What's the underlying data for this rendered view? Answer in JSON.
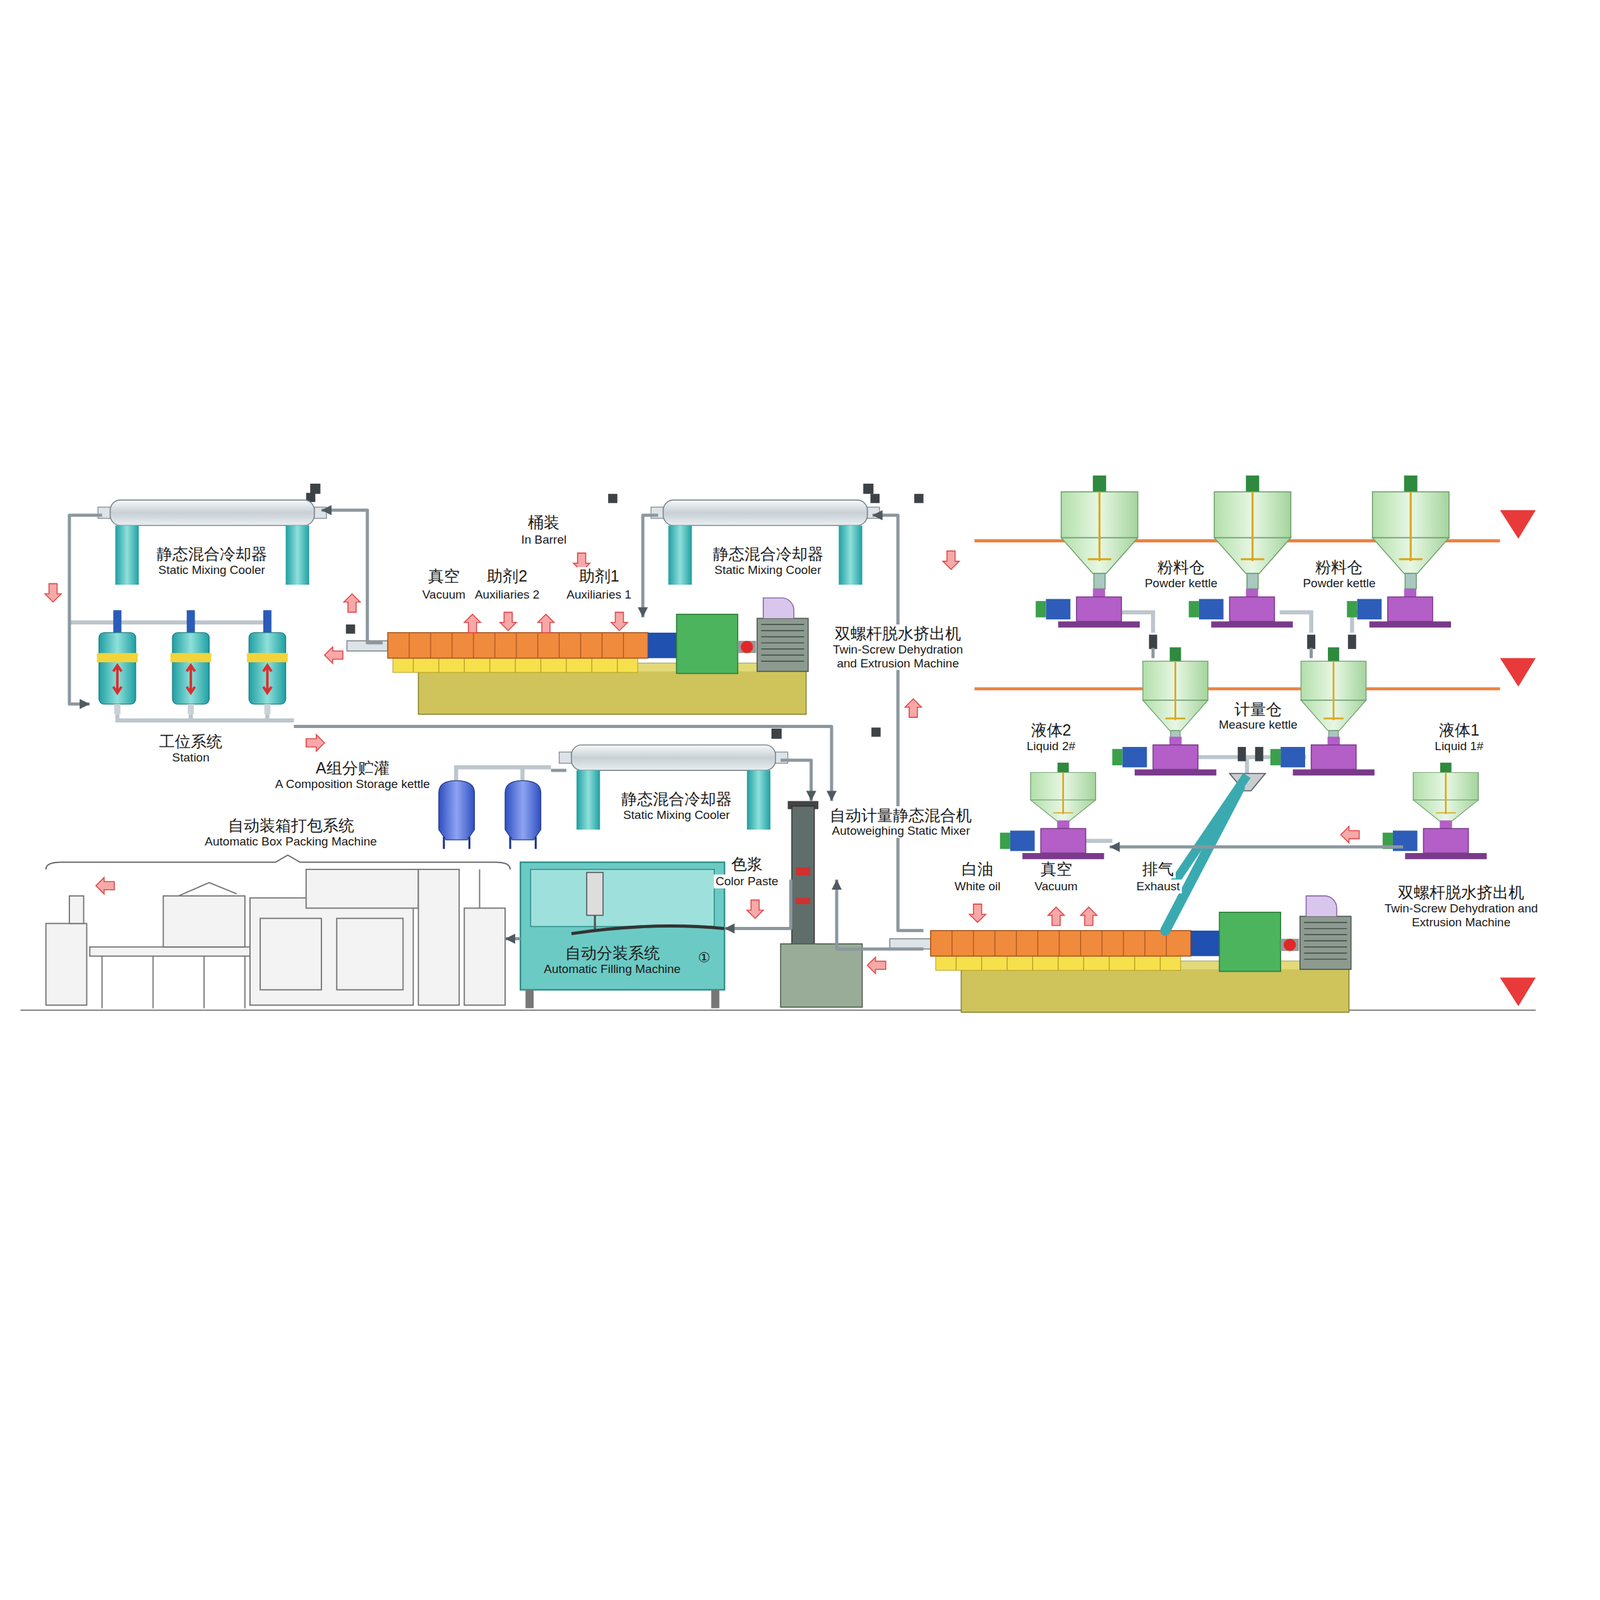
{
  "diagram": {
    "nodes": [
      {
        "text": [
          "静态混合冷却器",
          "Static Mixing Cooler"
        ]
      },
      {
        "text": [
          "工位系统",
          "Station"
        ]
      },
      {
        "text": [
          "双螺杆脱水挤出机",
          "Twin-Screw Dehydration and Extrusion Machine"
        ]
      },
      {
        "text": [
          "静态混合冷却器",
          "Static Mixing Cooler"
        ]
      },
      {
        "text": [
          "粉料仓",
          "Powder kettle"
        ]
      },
      {
        "text": [
          "粉料仓",
          "Powder kettle"
        ]
      },
      {
        "text": [
          "计量仓",
          "Measure kettle"
        ]
      },
      {
        "text": [
          "液体2",
          "Liquid 2#"
        ]
      },
      {
        "text": [
          "液体1",
          "Liquid 1#"
        ]
      },
      {
        "text": [
          "A组分贮灌",
          "A Composition Storage kettle"
        ]
      },
      {
        "text": [
          "静态混合冷却器",
          "Static Mixing Cooler"
        ]
      },
      {
        "text": [
          "自动计量静态混合机",
          "Autoweighing Static Mixer"
        ]
      },
      {
        "text": [
          "自动装箱打包系统",
          "Automatic Box Packing Machine"
        ]
      },
      {
        "text": [
          "自动分装系统",
          "Automatic Filling Machine"
        ]
      },
      {
        "text": [
          "双螺杆脱水挤出机",
          "Twin-Screw Dehydration and Extrusion Machine"
        ]
      }
    ],
    "edges": [
      {
        "from": 4,
        "to": 6,
        "arrow": "none"
      },
      {
        "from": 5,
        "to": 6,
        "arrow": "none"
      },
      {
        "from": 6,
        "to": 14,
        "arrow": "none"
      },
      {
        "from": 8,
        "to": 7,
        "arrow": "to"
      },
      {
        "from": 14,
        "to": 11,
        "arrow": "to"
      },
      {
        "from": 14,
        "to": 3,
        "arrow": "to"
      },
      {
        "from": 3,
        "to": 2,
        "arrow": "to"
      },
      {
        "from": 2,
        "to": 0,
        "arrow": "to"
      },
      {
        "from": 0,
        "to": 1,
        "arrow": "to"
      },
      {
        "from": 1,
        "to": 11,
        "arrow": "to"
      },
      {
        "from": 9,
        "to": 10,
        "arrow": "none"
      },
      {
        "from": 10,
        "to": 11,
        "arrow": "to"
      },
      {
        "from": 11,
        "to": 13,
        "arrow": "to"
      },
      {
        "from": 13,
        "to": 12,
        "arrow": "to"
      }
    ],
    "labels": [
      "桶装",
      "In Barrel",
      "真空",
      "Vacuum",
      "助剂2",
      "Auxiliaries 2",
      "助剂1",
      "Auxiliaries 1",
      "色浆",
      "Color Paste",
      "①",
      "白油",
      "White oil",
      "真空",
      "Vacuum",
      "排气",
      "Exhaust"
    ]
  }
}
